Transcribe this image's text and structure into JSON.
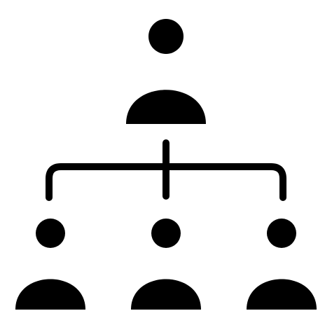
{
  "icon": {
    "name": "organization-hierarchy-icon",
    "color": "#000000",
    "background": "#ffffff"
  },
  "nodes": [
    {
      "name": "top-person-icon",
      "role": "leader"
    },
    {
      "name": "left-person-icon",
      "role": "member"
    },
    {
      "name": "center-person-icon",
      "role": "member"
    },
    {
      "name": "right-person-icon",
      "role": "member"
    }
  ]
}
